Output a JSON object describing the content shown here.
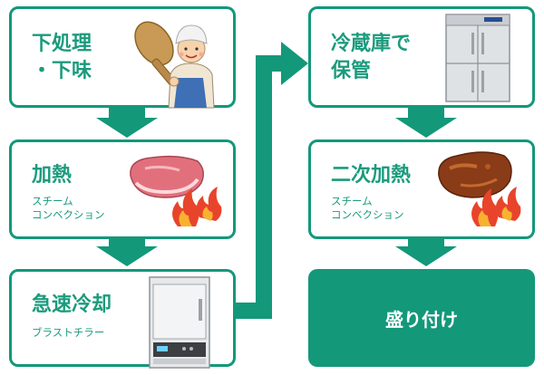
{
  "steps": [
    {
      "title": "下処理\n・下味"
    },
    {
      "title": "加熱",
      "subtitle": "スチーム\nコンベクション"
    },
    {
      "title": "急速冷却",
      "subtitle": "ブラストチラー"
    },
    {
      "title": "冷蔵庫で\n保管"
    },
    {
      "title": "二次加熱",
      "subtitle": "スチーム\nコンベクション"
    }
  ],
  "final": {
    "label": "盛り付け"
  },
  "colors": {
    "accent": "#13987a",
    "text": "#1b9b7d"
  },
  "icons": [
    "chef-with-paddle-icon",
    "raw-meat-icon",
    "flame-icon",
    "blast-chiller-icon",
    "refrigerator-icon",
    "cooked-meat-icon"
  ]
}
